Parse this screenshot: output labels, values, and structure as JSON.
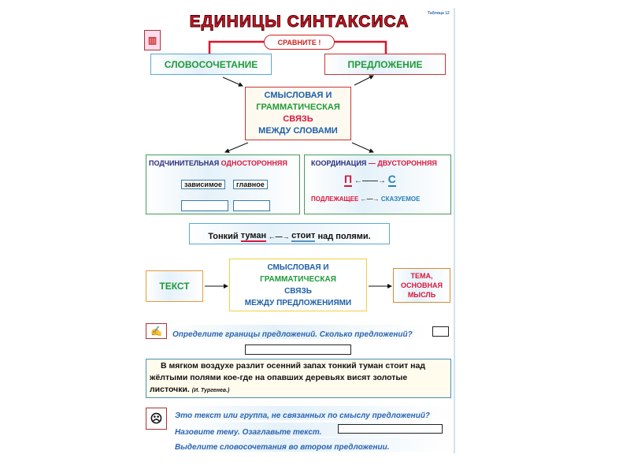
{
  "title": "ЕДИНИЦЫ СИНТАКСИСА",
  "table_no": "Таблица 12",
  "compare": "СРАВНИТЕ !",
  "phrase": "СЛОВОСОЧЕТАНИЕ",
  "sentence": "ПРЕДЛОЖЕНИЕ",
  "center": {
    "l1": "СМЫСЛОВАЯ И",
    "l2": "ГРАММАТИЧЕСКАЯ",
    "l3": "СВЯЗЬ",
    "l4": "МЕЖДУ СЛОВАМИ"
  },
  "left": {
    "h1": "ПОДЧИНИТЕЛЬНАЯ",
    "h2": "ОДНОСТОРОННЯЯ",
    "w1": "зависимое",
    "w2": "главное"
  },
  "right": {
    "h1": "КООРДИНАЦИЯ",
    "dash": "—",
    "h2": "ДВУСТОРОННЯЯ",
    "p": "П",
    "c": "С",
    "subj": "ПОДЛЕЖАЩЕЕ",
    "pred": "СКАЗУЕМОЕ"
  },
  "example": {
    "w1": "Тонкий",
    "w2": "туман",
    "w3": "стоит",
    "w4": "над полями."
  },
  "text_label": "ТЕКСТ",
  "middle": {
    "l1": "СМЫСЛОВАЯ И",
    "l2": "ГРАММАТИЧЕСКАЯ",
    "l3": "СВЯЗЬ",
    "l4": "МЕЖДУ ПРЕДЛОЖЕНИЯМИ"
  },
  "theme": {
    "l1": "ТЕМА,",
    "l2": "ОСНОВНАЯ",
    "l3": "МЫСЛЬ"
  },
  "task1": "Определите границы предложений.  Сколько предложений?",
  "passage": "В мягком воздухе разлит осенний запах тонкий туман стоит над жёлтыми полями кое-где на опавших деревьях висят золотые листочки.",
  "author": "(И. Тургенев.)",
  "q1": "Это текст или группа, не связанных по смыслу предложений?",
  "q2": "Назовите тему. Озаглавьте текст.",
  "q3": "Выделите словосочетания во втором предложении."
}
